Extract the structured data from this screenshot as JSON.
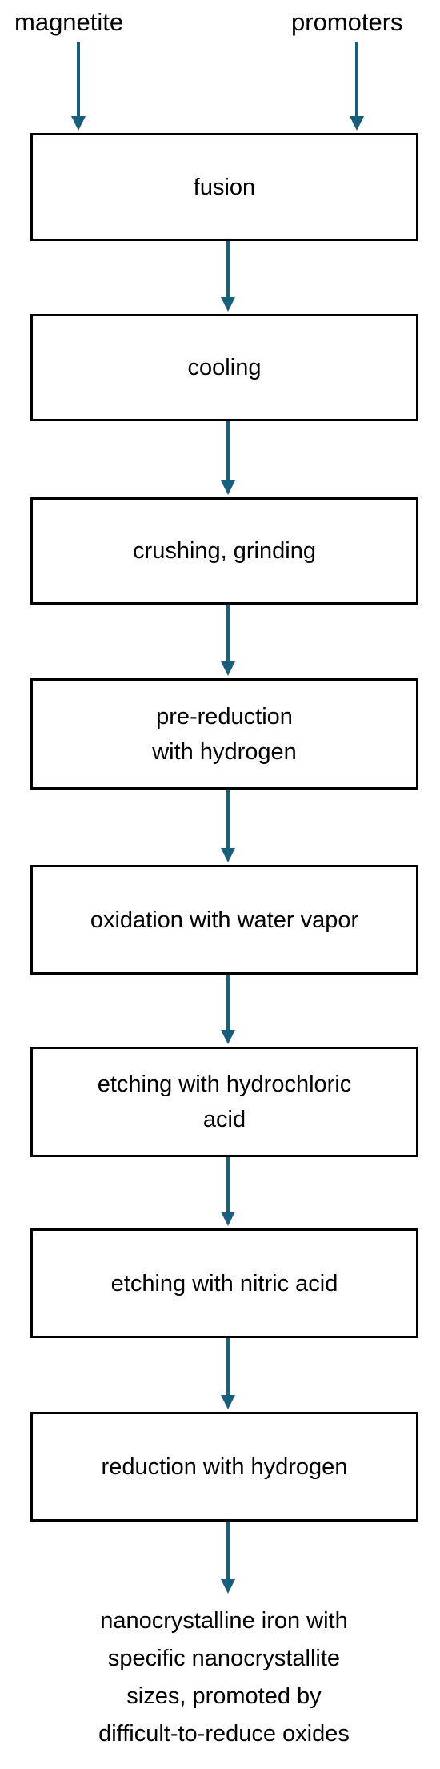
{
  "inputs": {
    "left": "magnetite",
    "right": "promoters"
  },
  "steps": [
    {
      "lines": [
        "fusion"
      ]
    },
    {
      "lines": [
        "cooling"
      ]
    },
    {
      "lines": [
        "crushing, grinding"
      ]
    },
    {
      "lines": [
        "pre-reduction",
        "with hydrogen"
      ]
    },
    {
      "lines": [
        "oxidation with water vapor"
      ]
    },
    {
      "lines": [
        "etching with hydrochloric",
        "acid"
      ]
    },
    {
      "lines": [
        "etching with nitric acid"
      ]
    },
    {
      "lines": [
        "reduction with hydrogen"
      ]
    }
  ],
  "output": {
    "lines": [
      "nanocrystalline iron with",
      "specific nanocrystallite",
      "sizes, promoted by",
      "difficult-to-reduce oxides"
    ]
  },
  "colors": {
    "arrow": "#1a5e7e",
    "box_border": "#000000",
    "text": "#000000"
  }
}
